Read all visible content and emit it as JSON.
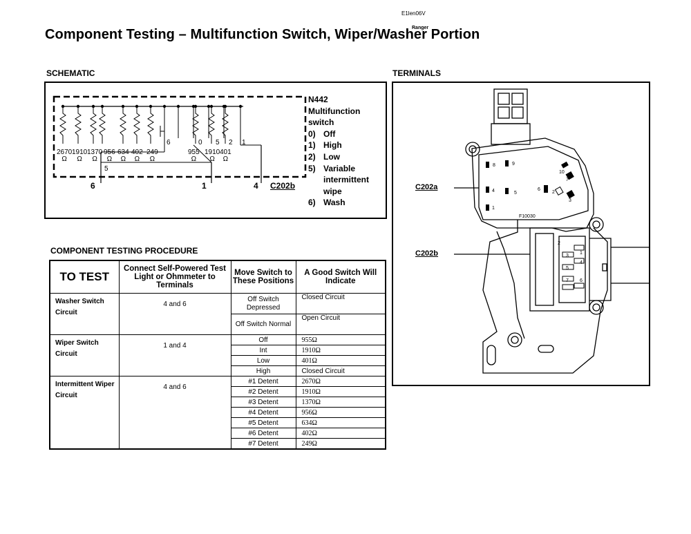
{
  "doc_code": "E1len06V",
  "brand_note": "Ranger",
  "title": "Component Testing – Multifunction Switch, Wiper/Washer Portion",
  "schematic": {
    "heading": "SCHEMATIC",
    "resistors": [
      "2670",
      "1910",
      "1370",
      "956",
      "634",
      "402",
      "249",
      "955",
      "1910",
      "401"
    ],
    "ohm": "Ω",
    "switch_labels": {
      "p6": "6",
      "p5": "5",
      "p0": "0",
      "p5b": "5",
      "p2": "2",
      "p1": "1"
    },
    "pins": {
      "a": "6",
      "b": "1",
      "c": "4"
    },
    "connector": "C202b",
    "component_id": "N442",
    "component_name": [
      "Multifunction",
      "switch"
    ],
    "positions": [
      {
        "n": "0)",
        "t": "Off"
      },
      {
        "n": "1)",
        "t": "High"
      },
      {
        "n": "2)",
        "t": "Low"
      },
      {
        "n": "5)",
        "t": "Variable"
      },
      {
        "n": "",
        "t": "intermittent"
      },
      {
        "n": "",
        "t": "wipe"
      },
      {
        "n": "6)",
        "t": "Wash"
      }
    ]
  },
  "terminals": {
    "heading": "TERMINALS",
    "c202a": "C202a",
    "c202b": "C202b",
    "fig_id": "F10030",
    "pin_numbers": [
      "8",
      "9",
      "10",
      "7",
      "4",
      "5",
      "6",
      "2",
      "3",
      "1"
    ],
    "c202b_pins": [
      "2",
      "1",
      "3",
      "4",
      "5",
      "7",
      "6"
    ]
  },
  "procedure": {
    "heading": "COMPONENT TESTING PROCEDURE",
    "headers": {
      "to_test": "TO TEST",
      "connect": "Connect Self-Powered Test Light or Ohmmeter to Terminals",
      "move": "Move Switch to These Positions",
      "good": "A Good Switch Will Indicate"
    },
    "groups": [
      {
        "name": "Washer Switch Circuit",
        "terminals": "4 and 6",
        "rows": [
          {
            "pos": "Off Switch Depressed",
            "ind": "Closed Circuit"
          },
          {
            "pos": "Off Switch Normal",
            "ind": "Open Circuit"
          }
        ]
      },
      {
        "name": "Wiper Switch Circuit",
        "terminals": "1 and 4",
        "rows": [
          {
            "pos": "Off",
            "ind": "955Ω"
          },
          {
            "pos": "Int",
            "ind": "1910Ω"
          },
          {
            "pos": "Low",
            "ind": "401Ω"
          },
          {
            "pos": "High",
            "ind": "Closed Circuit"
          }
        ]
      },
      {
        "name": "Intermittent Wiper Circuit",
        "terminals": "4 and 6",
        "rows": [
          {
            "pos": "#1 Detent",
            "ind": "2670Ω"
          },
          {
            "pos": "#2 Detent",
            "ind": "1910Ω"
          },
          {
            "pos": "#3 Detent",
            "ind": "1370Ω"
          },
          {
            "pos": "#4 Detent",
            "ind": "956Ω"
          },
          {
            "pos": "#5 Detent",
            "ind": "634Ω"
          },
          {
            "pos": "#6 Detent",
            "ind": "402Ω"
          },
          {
            "pos": "#7 Detent",
            "ind": "249Ω"
          }
        ]
      }
    ]
  }
}
